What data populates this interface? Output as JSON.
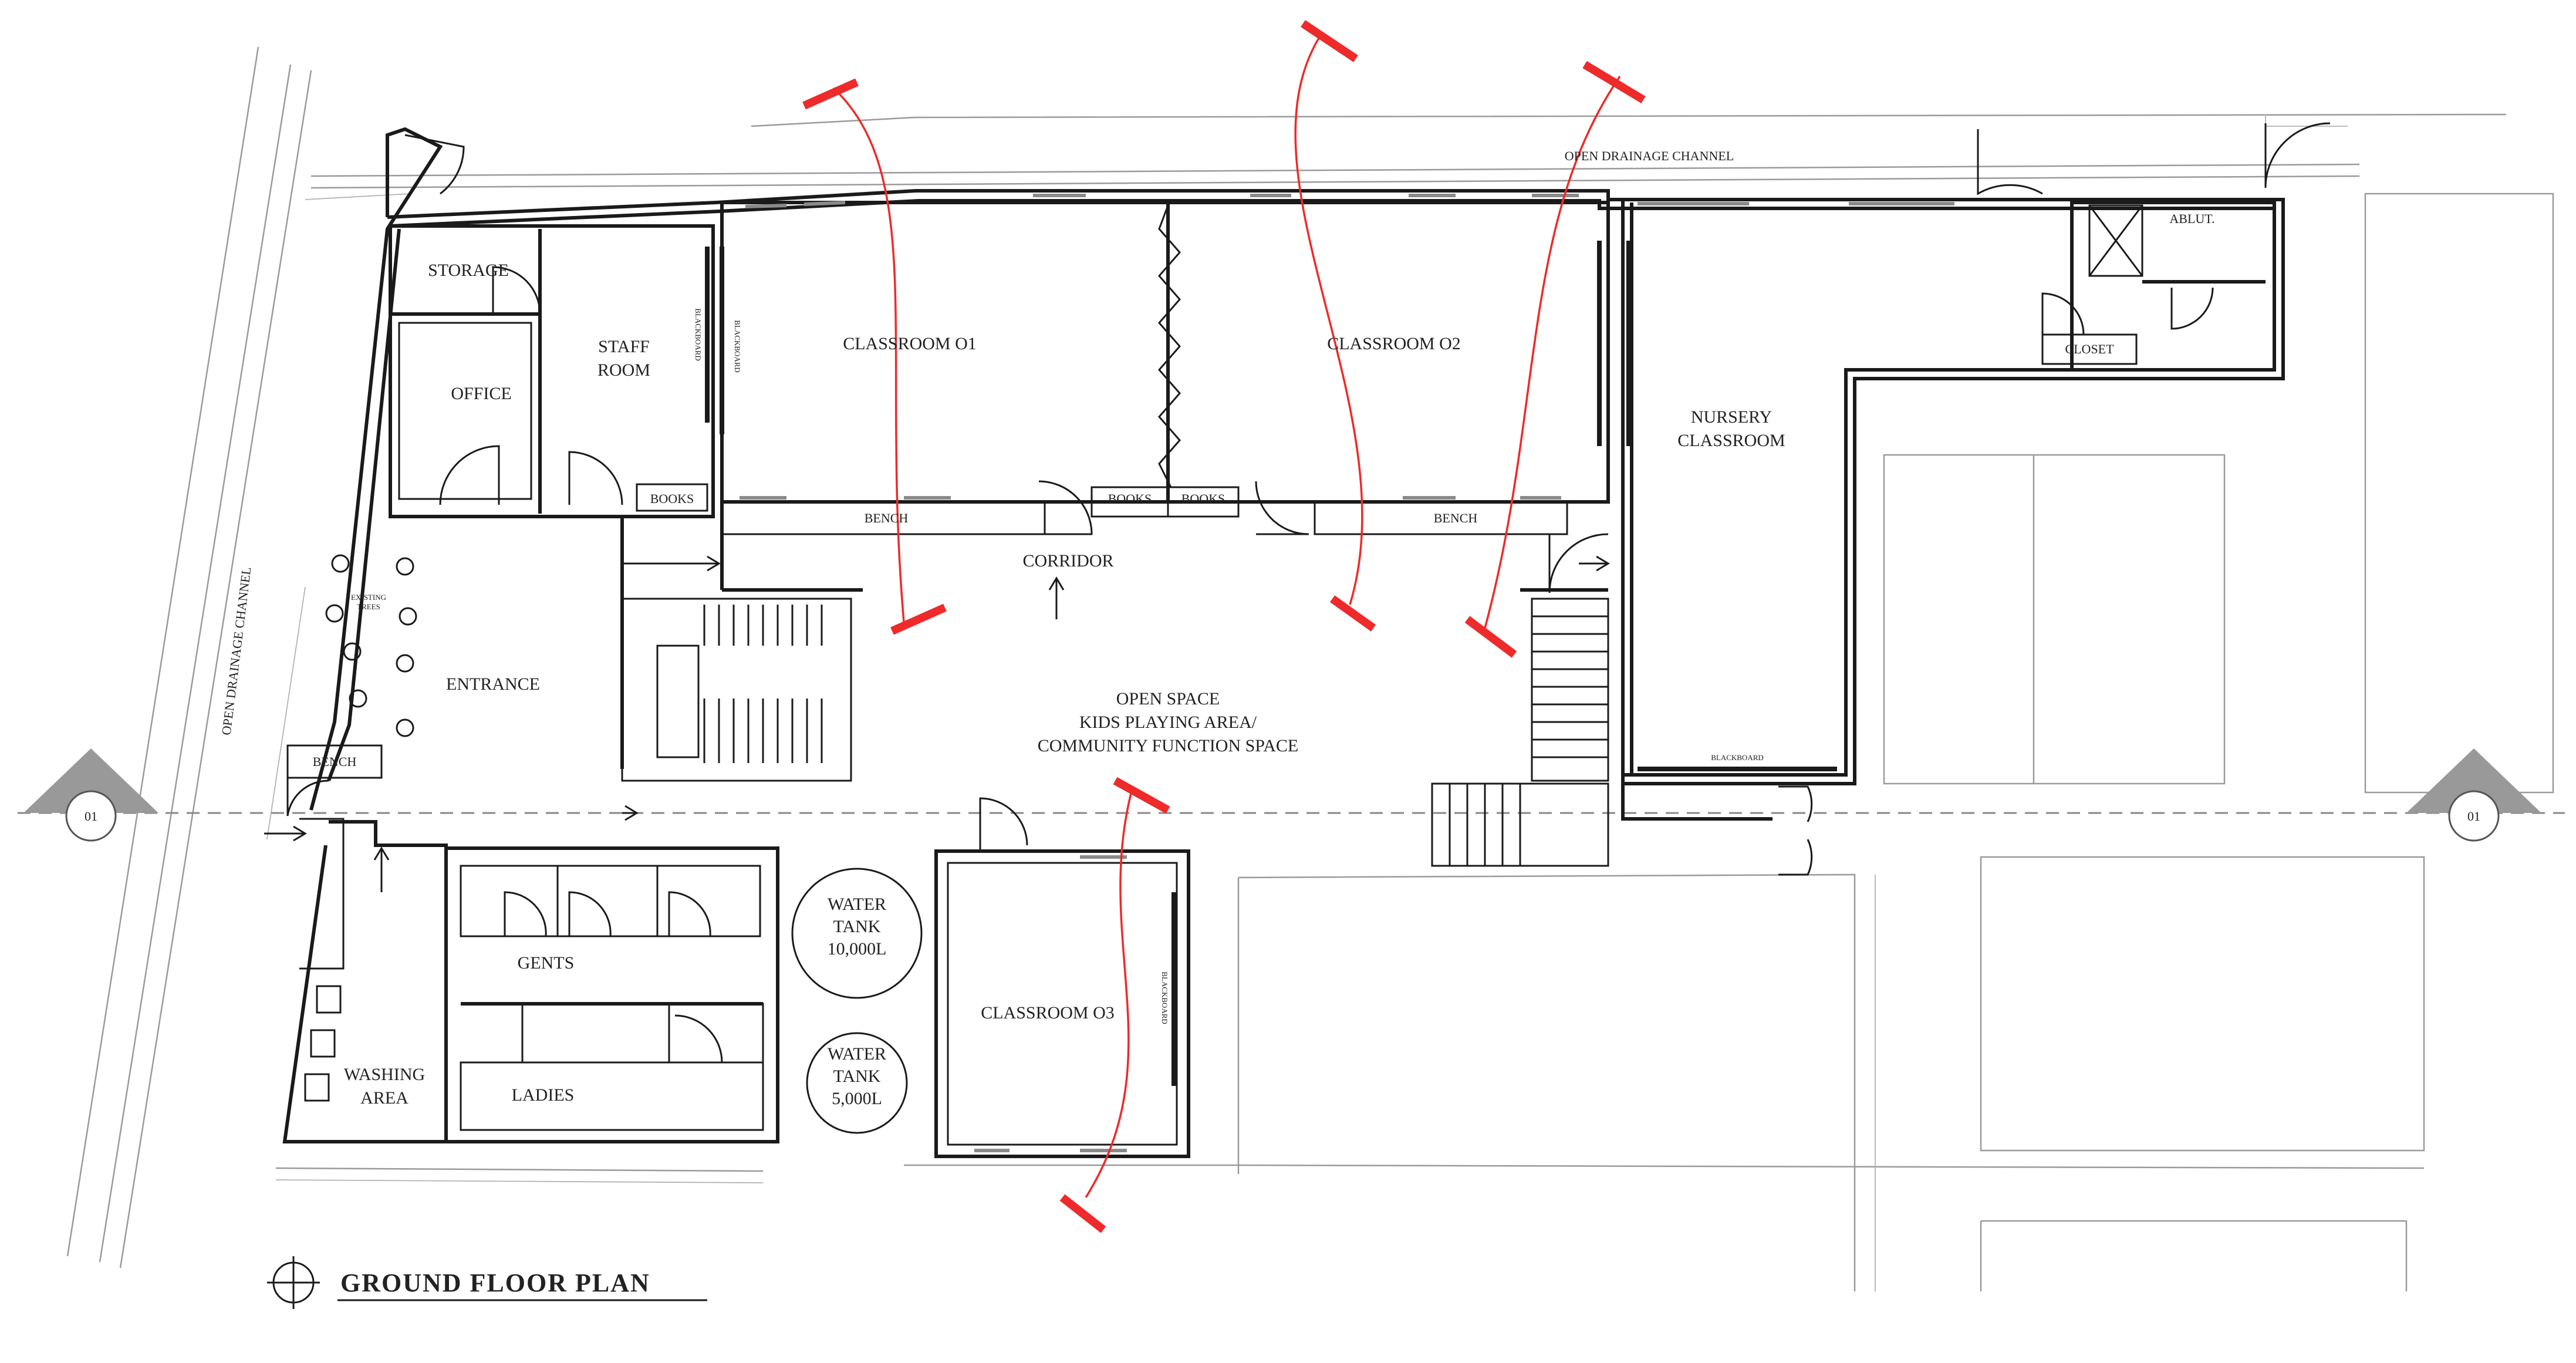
{
  "title": "GROUND FLOOR PLAN",
  "section_marker": "01",
  "channel_labels": {
    "top": "OPEN DRAINAGE CHANNEL",
    "left": "OPEN DRAINAGE CHANNEL"
  },
  "rooms": {
    "storage": "STORAGE",
    "office": "OFFICE",
    "staff_room_1": "STAFF",
    "staff_room_2": "ROOM",
    "classroom_01": "CLASSROOM O1",
    "classroom_02": "CLASSROOM O2",
    "classroom_03": "CLASSROOM O3",
    "nursery_1": "NURSERY",
    "nursery_2": "CLASSROOM",
    "ablution": "ABLUT.",
    "closet": "CLOSET",
    "corridor": "CORRIDOR",
    "entrance": "ENTRANCE",
    "open_space_1": "OPEN SPACE",
    "open_space_2": "KIDS PLAYING AREA/",
    "open_space_3": "COMMUNITY FUNCTION SPACE",
    "gents": "GENTS",
    "ladies": "LADIES",
    "washing_1": "WASHING",
    "washing_2": "AREA",
    "tank_big_1": "WATER",
    "tank_big_2": "TANK",
    "tank_big_3": "10,000L",
    "tank_small_1": "WATER",
    "tank_small_2": "TANK",
    "tank_small_3": "5,000L"
  },
  "furniture": {
    "books": "BOOKS",
    "bench": "BENCH",
    "blackboard": "BLACKBOARD",
    "existing_trees_1": "EXISTING",
    "existing_trees_2": "TREES"
  },
  "colors": {
    "walls": "#1a1a1a",
    "site_lines": "#9a9a9a",
    "ventilation_arrows": "#ee2a2a"
  }
}
